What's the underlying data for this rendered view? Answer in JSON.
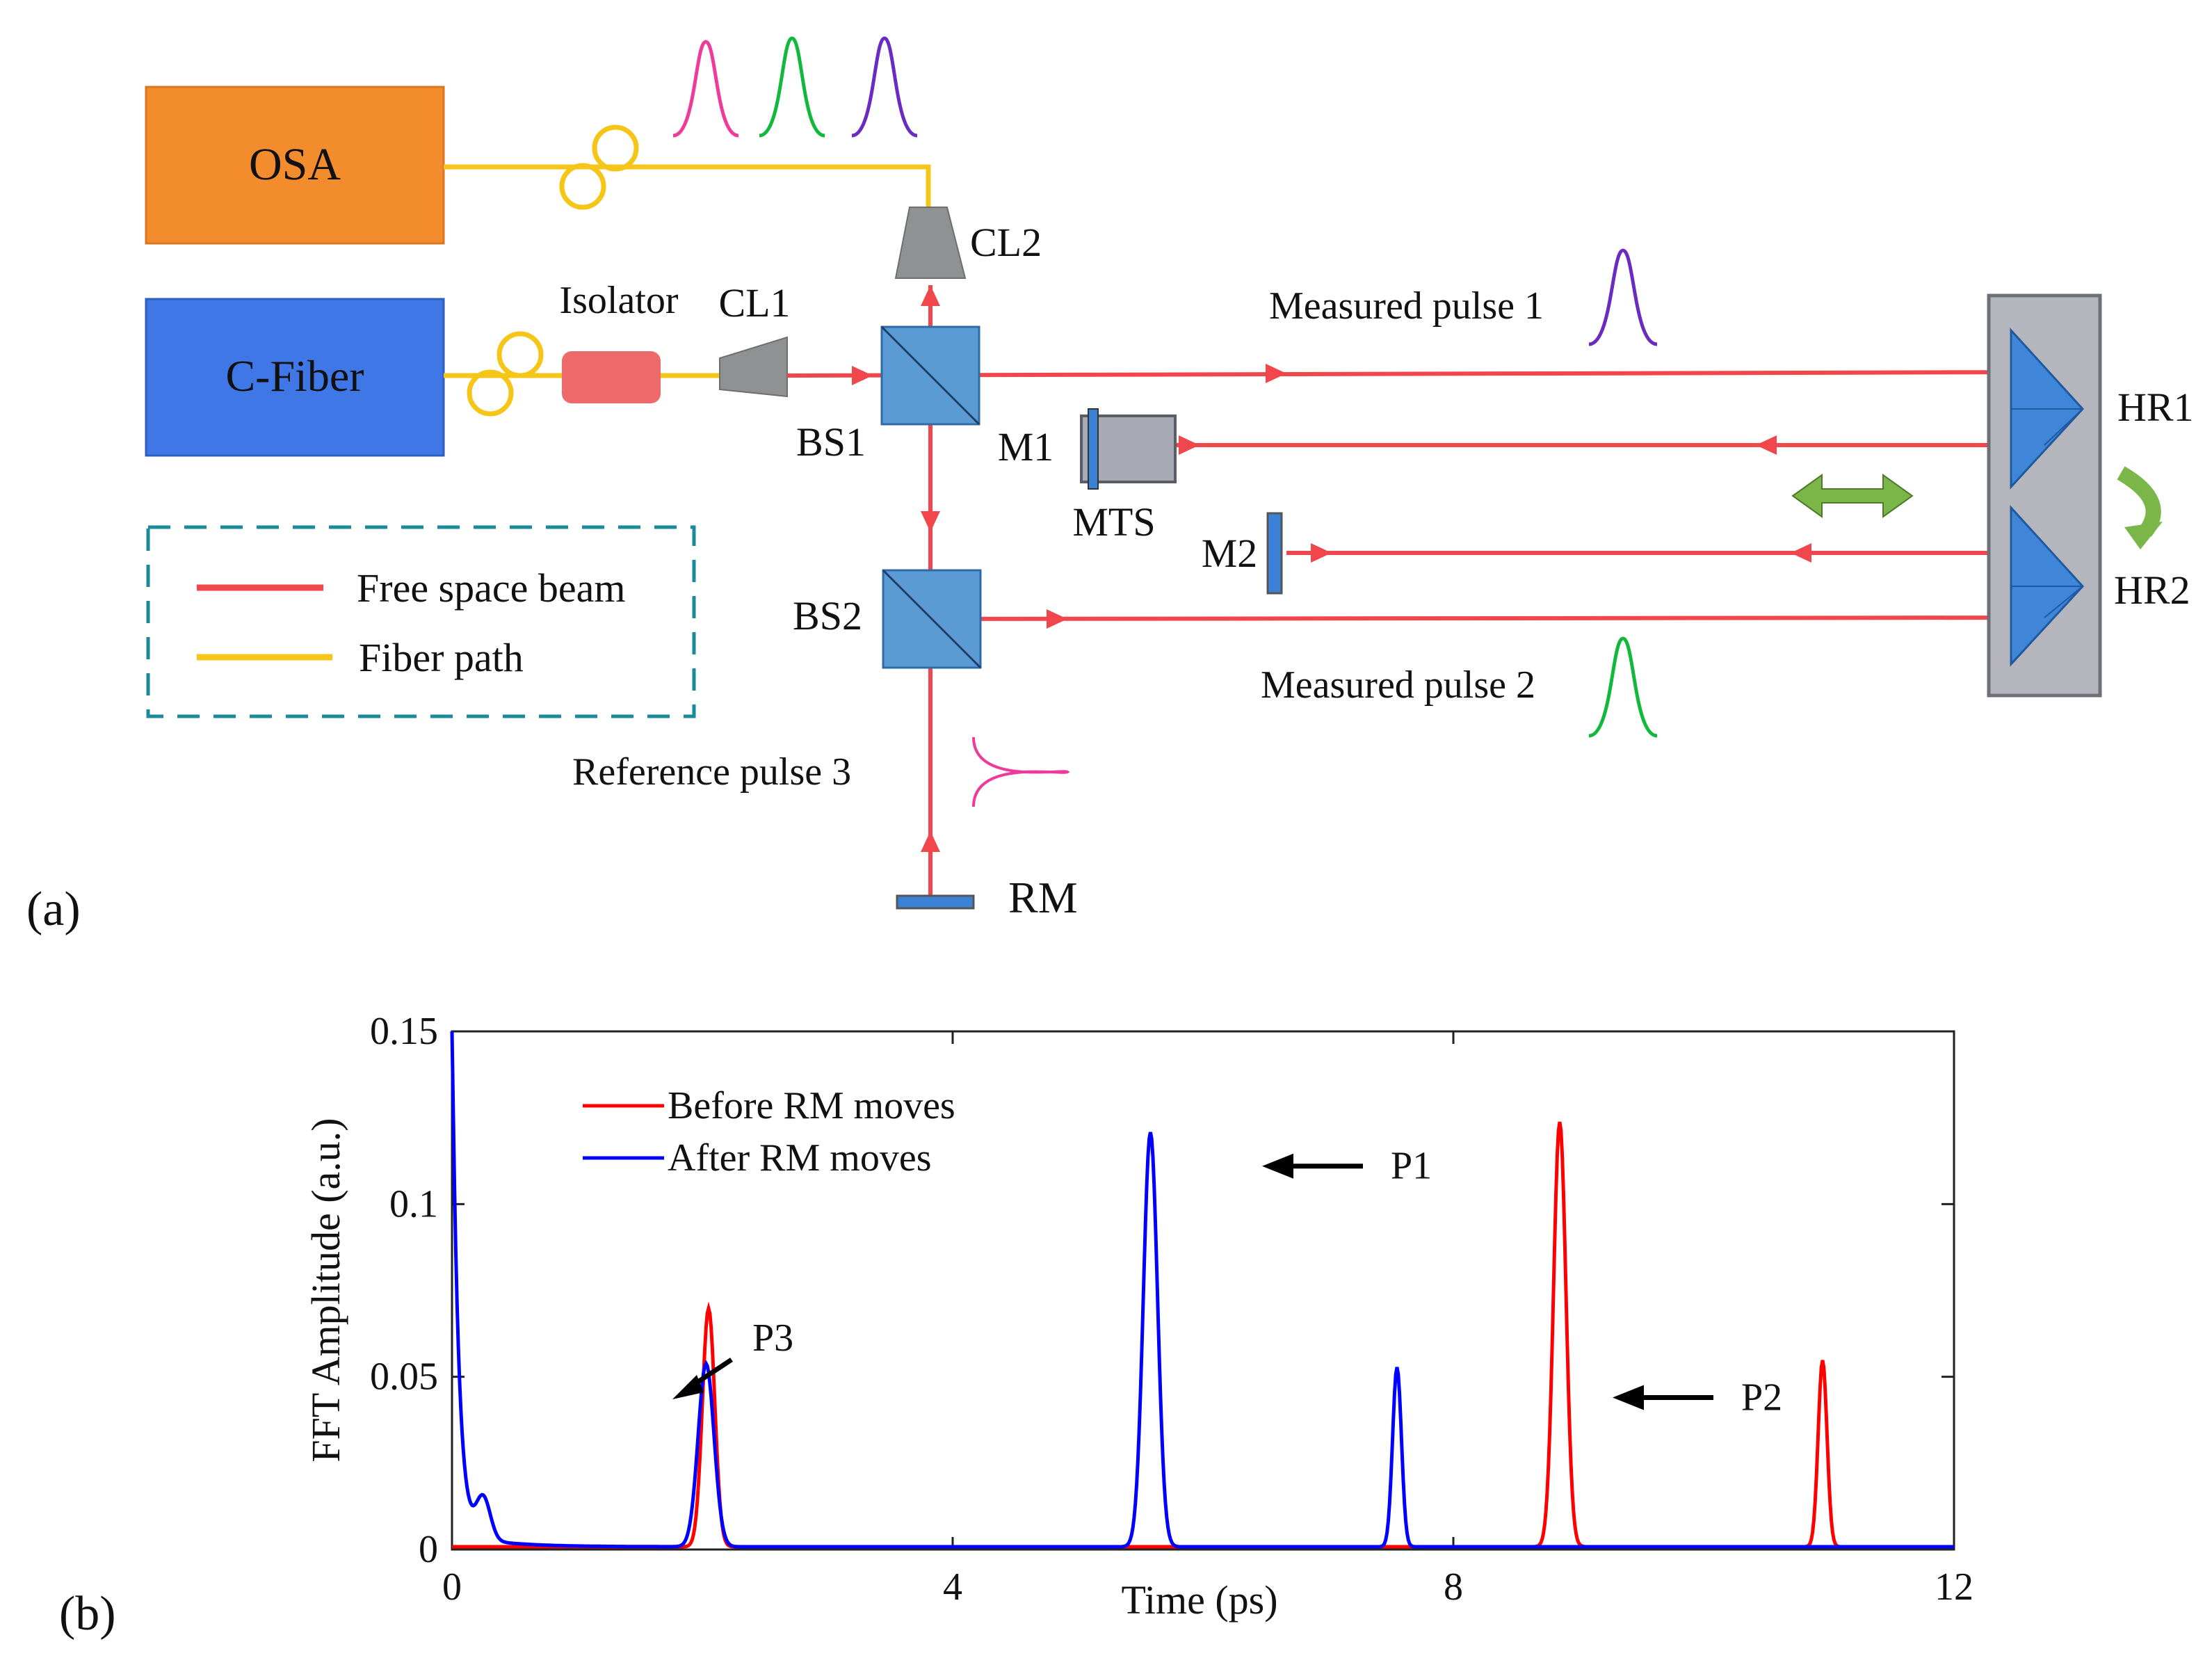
{
  "panel_a": {
    "tag": "(a)",
    "osa_label": "OSA",
    "cfiber_label": "C-Fiber",
    "isolator_label": "Isolator",
    "cl1_label": "CL1",
    "cl2_label": "CL2",
    "bs1_label": "BS1",
    "bs2_label": "BS2",
    "m1_label": "M1",
    "m2_label": "M2",
    "mts_label": "MTS",
    "hr1_label": "HR1",
    "hr2_label": "HR2",
    "rm_label": "RM",
    "measured_pulse_1": "Measured pulse 1",
    "measured_pulse_2": "Measured pulse 2",
    "reference_pulse_3": "Reference pulse 3",
    "legend": {
      "free_space": "Free space beam",
      "fiber_path": "Fiber path"
    },
    "colors": {
      "osa": "#f28c2c",
      "cfiber": "#3f78e6",
      "beam": "#f0464c",
      "fiber": "#f5c518",
      "isolator": "#ee6a6a",
      "splitter": "#5b9bd5",
      "stage": "#a7a9b4",
      "legend_border": "#1b8a9b",
      "pulse_pink": "#ee3b9a",
      "pulse_green": "#12b83c",
      "pulse_purple": "#6a2cc0",
      "arrow_green": "#7ab648"
    }
  },
  "panel_b": {
    "tag": "(b)"
  },
  "chart_data": {
    "type": "line",
    "xlabel": "Time (ps)",
    "ylabel": "FFT Amplitude (a.u.)",
    "xlim": [
      0,
      12
    ],
    "ylim": [
      0,
      0.15
    ],
    "xticks": [
      0,
      4,
      8,
      12
    ],
    "yticks": [
      0,
      0.05,
      0.1,
      0.15
    ],
    "ytick_labels": [
      "0",
      "0.05",
      "0.1",
      "0.15"
    ],
    "legend_position": "top-left",
    "series": [
      {
        "name": "Before RM moves",
        "color": "#ff0000",
        "peaks": [
          {
            "x": 2.05,
            "y": 0.069,
            "w": 0.07
          },
          {
            "x": 8.85,
            "y": 0.123,
            "w": 0.07
          },
          {
            "x": 10.95,
            "y": 0.054,
            "w": 0.05
          }
        ]
      },
      {
        "name": "After RM moves",
        "color": "#0000ff",
        "peaks": [
          {
            "x": 2.03,
            "y": 0.053,
            "w": 0.09
          },
          {
            "x": 5.58,
            "y": 0.12,
            "w": 0.08
          },
          {
            "x": 7.55,
            "y": 0.052,
            "w": 0.05
          }
        ]
      }
    ],
    "annotations": [
      {
        "text": "P1",
        "x": 7.5,
        "y": 0.111
      },
      {
        "text": "P2",
        "x": 10.3,
        "y": 0.044
      },
      {
        "text": "P3",
        "x": 2.4,
        "y": 0.06
      }
    ]
  }
}
